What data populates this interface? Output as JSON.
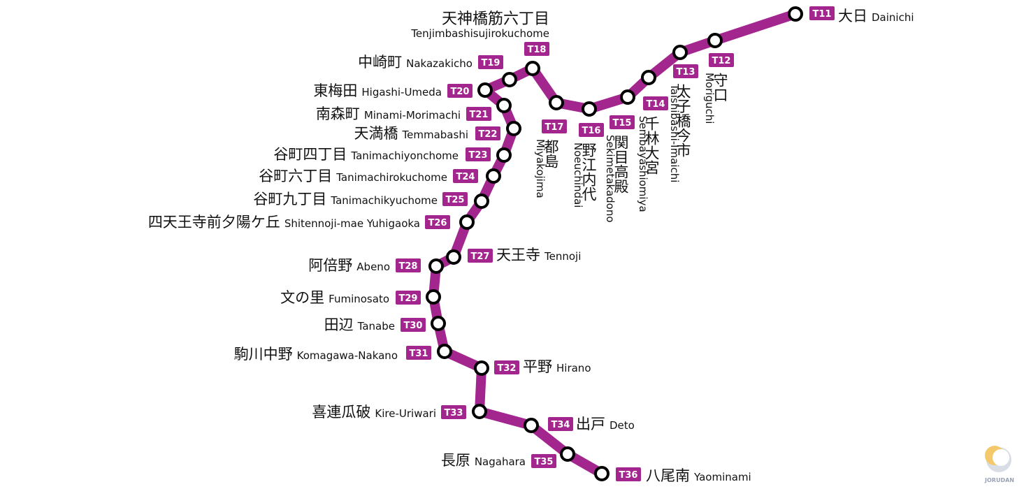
{
  "line": {
    "color": "#a3268f"
  },
  "header": {
    "name_ja": "天神橋筋六丁目",
    "name_en": "Tenjimbashisujirokuchome"
  },
  "stations": [
    {
      "code": "T11",
      "ja": "大日",
      "en": "Dainichi"
    },
    {
      "code": "T12",
      "ja": "守口",
      "en": "Moriguchi"
    },
    {
      "code": "T13",
      "ja": "太子橋今市",
      "en": "Taishibashi-Imaichi"
    },
    {
      "code": "T14",
      "ja": "千林大宮",
      "en": "Sembayashiomiya"
    },
    {
      "code": "T15",
      "ja": "関目高殿",
      "en": "Sekimetakadono"
    },
    {
      "code": "T16",
      "ja": "野江内代",
      "en": "Noeuchindai"
    },
    {
      "code": "T17",
      "ja": "都島",
      "en": "Miyakojima"
    },
    {
      "code": "T18",
      "ja": "",
      "en": ""
    },
    {
      "code": "T19",
      "ja": "中崎町",
      "en": "Nakazakicho"
    },
    {
      "code": "T20",
      "ja": "東梅田",
      "en": "Higashi-Umeda"
    },
    {
      "code": "T21",
      "ja": "南森町",
      "en": "Minami-Morimachi"
    },
    {
      "code": "T22",
      "ja": "天満橋",
      "en": "Temmabashi"
    },
    {
      "code": "T23",
      "ja": "谷町四丁目",
      "en": "Tanimachiyonchome"
    },
    {
      "code": "T24",
      "ja": "谷町六丁目",
      "en": "Tanimachirokuchome"
    },
    {
      "code": "T25",
      "ja": "谷町九丁目",
      "en": "Tanimachikyuchome"
    },
    {
      "code": "T26",
      "ja": "四天王寺前夕陽ケ丘",
      "en": "Shitennoji-mae Yuhigaoka"
    },
    {
      "code": "T27",
      "ja": "天王寺",
      "en": "Tennoji"
    },
    {
      "code": "T28",
      "ja": "阿倍野",
      "en": "Abeno"
    },
    {
      "code": "T29",
      "ja": "文の里",
      "en": "Fuminosato"
    },
    {
      "code": "T30",
      "ja": "田辺",
      "en": "Tanabe"
    },
    {
      "code": "T31",
      "ja": "駒川中野",
      "en": "Komagawa-Nakano"
    },
    {
      "code": "T32",
      "ja": "平野",
      "en": "Hirano"
    },
    {
      "code": "T33",
      "ja": "喜連瓜破",
      "en": "Kire-Uriwari"
    },
    {
      "code": "T34",
      "ja": "出戸",
      "en": "Deto"
    },
    {
      "code": "T35",
      "ja": "長原",
      "en": "Nagahara"
    },
    {
      "code": "T36",
      "ja": "八尾南",
      "en": "Yaominami"
    }
  ],
  "logo": {
    "text": "JORUDAN"
  }
}
